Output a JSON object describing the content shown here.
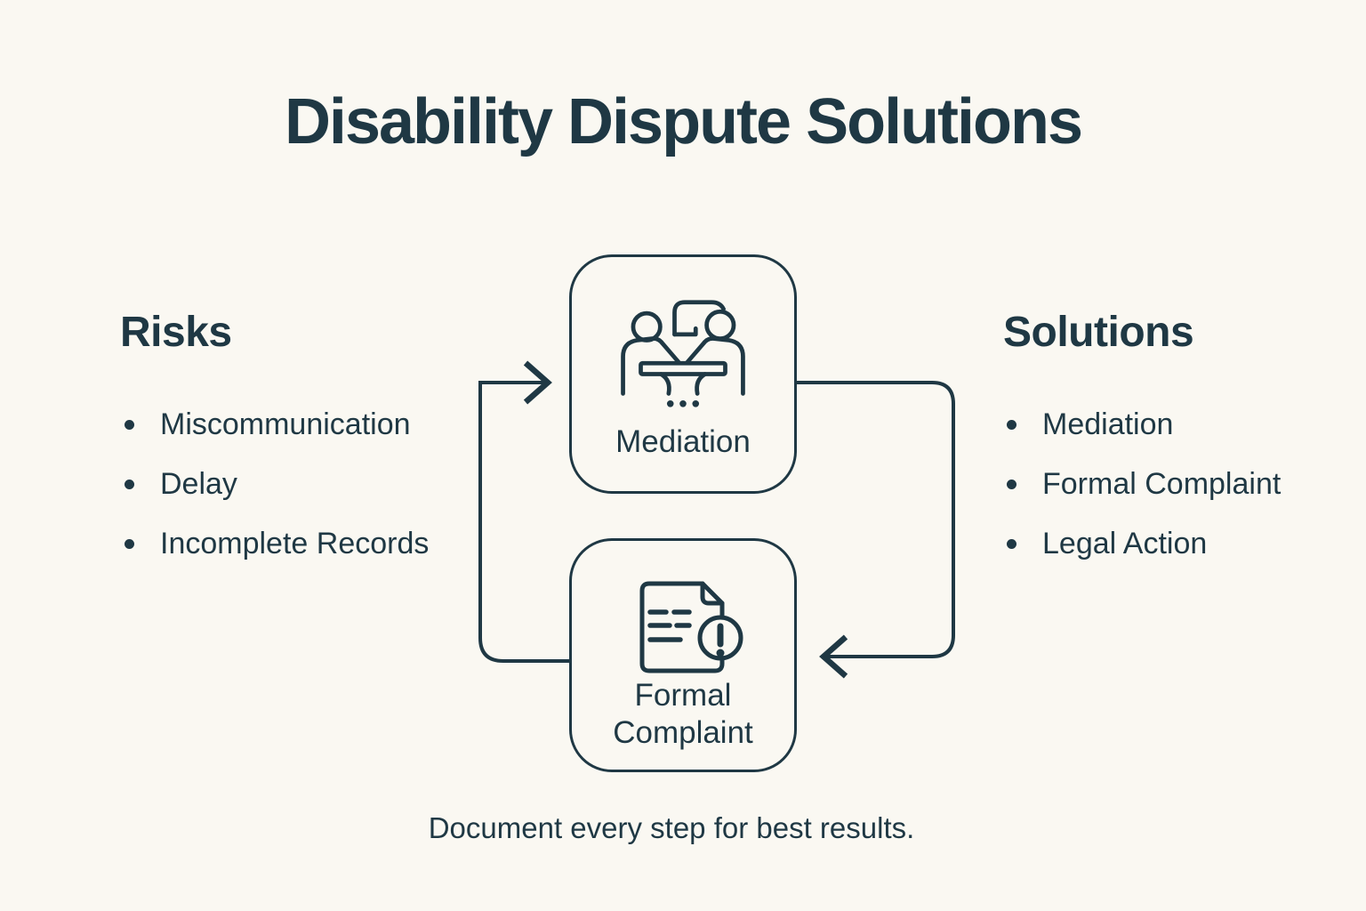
{
  "title": "Disability Dispute Solutions",
  "risks": {
    "heading": "Risks",
    "items": [
      "Miscommunication",
      "Delay",
      "Incomplete Records"
    ]
  },
  "solutions": {
    "heading": "Solutions",
    "items": [
      "Mediation",
      "Formal Complaint",
      "Legal Action"
    ]
  },
  "flow": {
    "nodes": [
      {
        "id": "mediation",
        "label": "Mediation",
        "icon": "mediation-meeting-icon"
      },
      {
        "id": "formal-complaint",
        "label": "Formal Complaint",
        "icon": "document-alert-icon"
      }
    ],
    "edges": [
      {
        "from": "formal-complaint",
        "to": "mediation",
        "route": "left-loop-up"
      },
      {
        "from": "mediation",
        "to": "formal-complaint",
        "route": "right-loop-down"
      }
    ]
  },
  "caption": "Document every step for best results.",
  "colors": {
    "ink": "#1f3844",
    "bg": "#faf8f2"
  }
}
